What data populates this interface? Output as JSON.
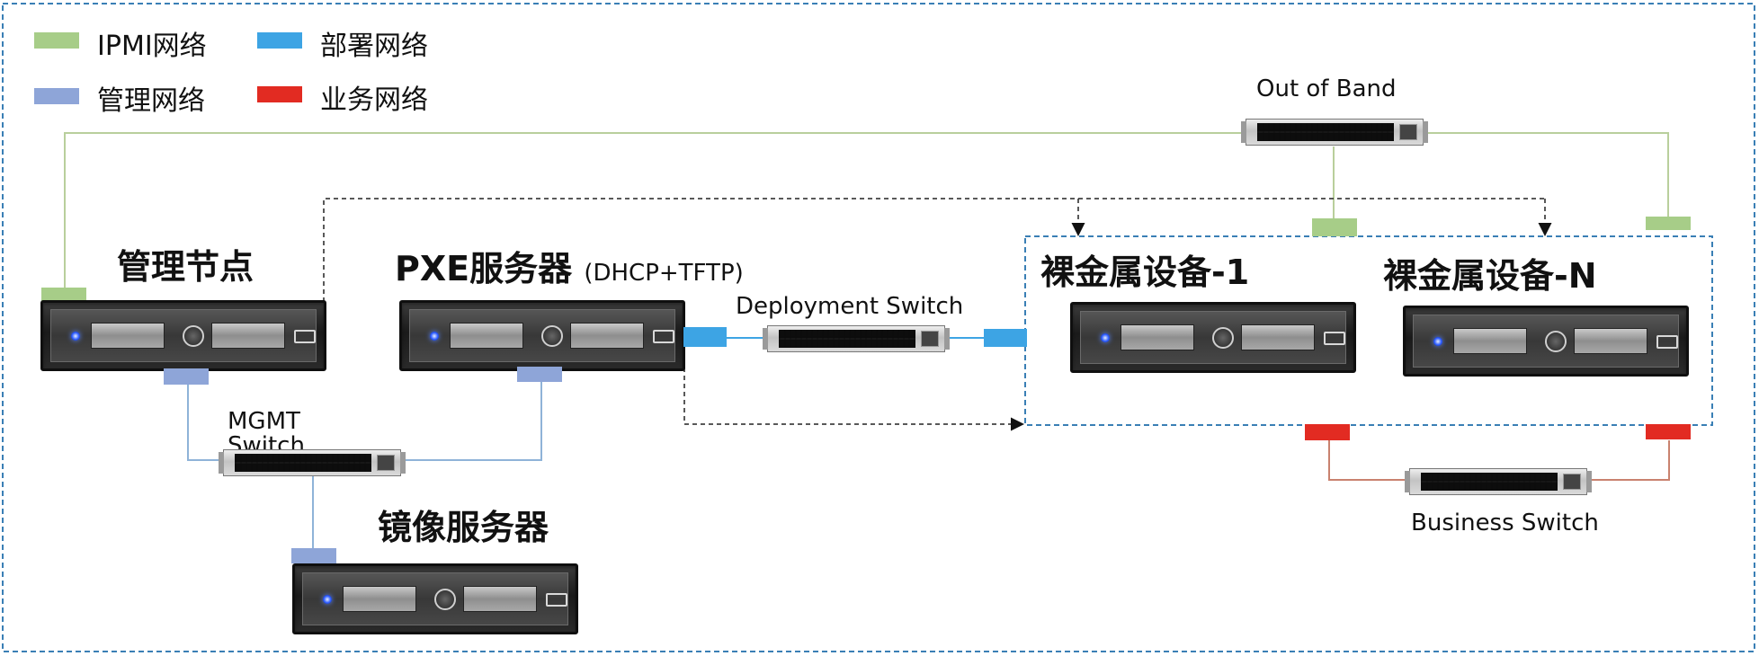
{
  "legend": [
    {
      "label": "IPMI网络",
      "color": "#a7cd88"
    },
    {
      "label": "部署网络",
      "color": "#3da4e4"
    },
    {
      "label": "管理网络",
      "color": "#8ea5d8"
    },
    {
      "label": "业务网络",
      "color": "#e22b22"
    }
  ],
  "nodes": {
    "mgmt_node": {
      "label": "管理节点"
    },
    "pxe_server": {
      "label": "PXE服务器",
      "sublabel": "(DHCP+TFTP)"
    },
    "image_server": {
      "label": "镜像服务器"
    },
    "bare_metal_1": {
      "label": "裸金属设备-1"
    },
    "bare_metal_n": {
      "label": "裸金属设备-N"
    }
  },
  "switches": {
    "out_of_band": {
      "label": "Out of Band"
    },
    "deployment": {
      "label": "Deployment Switch"
    },
    "mgmt": {
      "label": "MGMT\nSwitch"
    },
    "business": {
      "label": "Business Switch"
    }
  },
  "colors": {
    "frame_border": "#3a7fb5",
    "ipmi_line": "#b9cf9c",
    "mgmt_line": "#8fb3d8",
    "deploy_line": "#3da4e4",
    "business_line": "#c9826f",
    "dashed_arrow": "#222222"
  }
}
